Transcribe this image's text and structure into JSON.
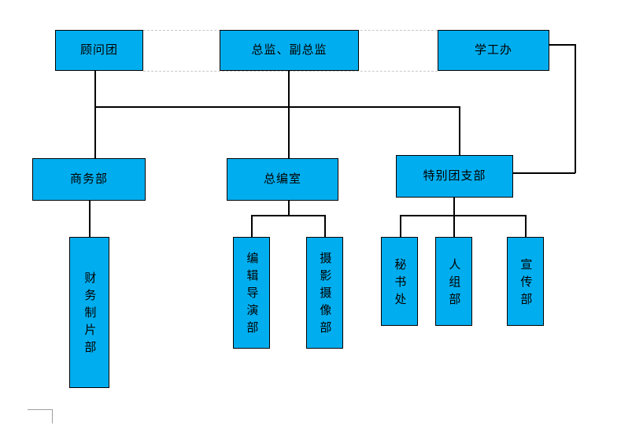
{
  "chart": {
    "type": "org-chart",
    "title": "",
    "background_color": "#ffffff",
    "node_fill_color": "#00AEEF",
    "node_border_color": "#000000",
    "connector_color": "#000000",
    "guide_color": "#c9c9c9"
  },
  "nodes": {
    "advisory_board": {
      "label": "顾问团"
    },
    "directors": {
      "label": "总监、副总监"
    },
    "student_affairs": {
      "label": "学工办"
    },
    "business_dept": {
      "label": "商务部"
    },
    "editorial_office": {
      "label": "总编室"
    },
    "special_branch": {
      "label": "特别团支部"
    },
    "finance_production": {
      "label": "财务制片部"
    },
    "editing_directing": {
      "label": "编辑导演部"
    },
    "photography_videography": {
      "label": "摄影摄像部"
    },
    "secretariat": {
      "label": "秘书处"
    },
    "hr_dept": {
      "label": "人组部"
    },
    "publicity_dept": {
      "label": "宣传部"
    }
  },
  "levels": {
    "top_row": [
      "顾问团",
      "总监、副总监",
      "学工办"
    ],
    "middle_row": [
      "商务部",
      "总编室",
      "特别团支部"
    ],
    "bottom_row": [
      "财务制片部",
      "编辑导演部",
      "摄影摄像部",
      "秘书处",
      "人组部",
      "宣传部"
    ]
  }
}
